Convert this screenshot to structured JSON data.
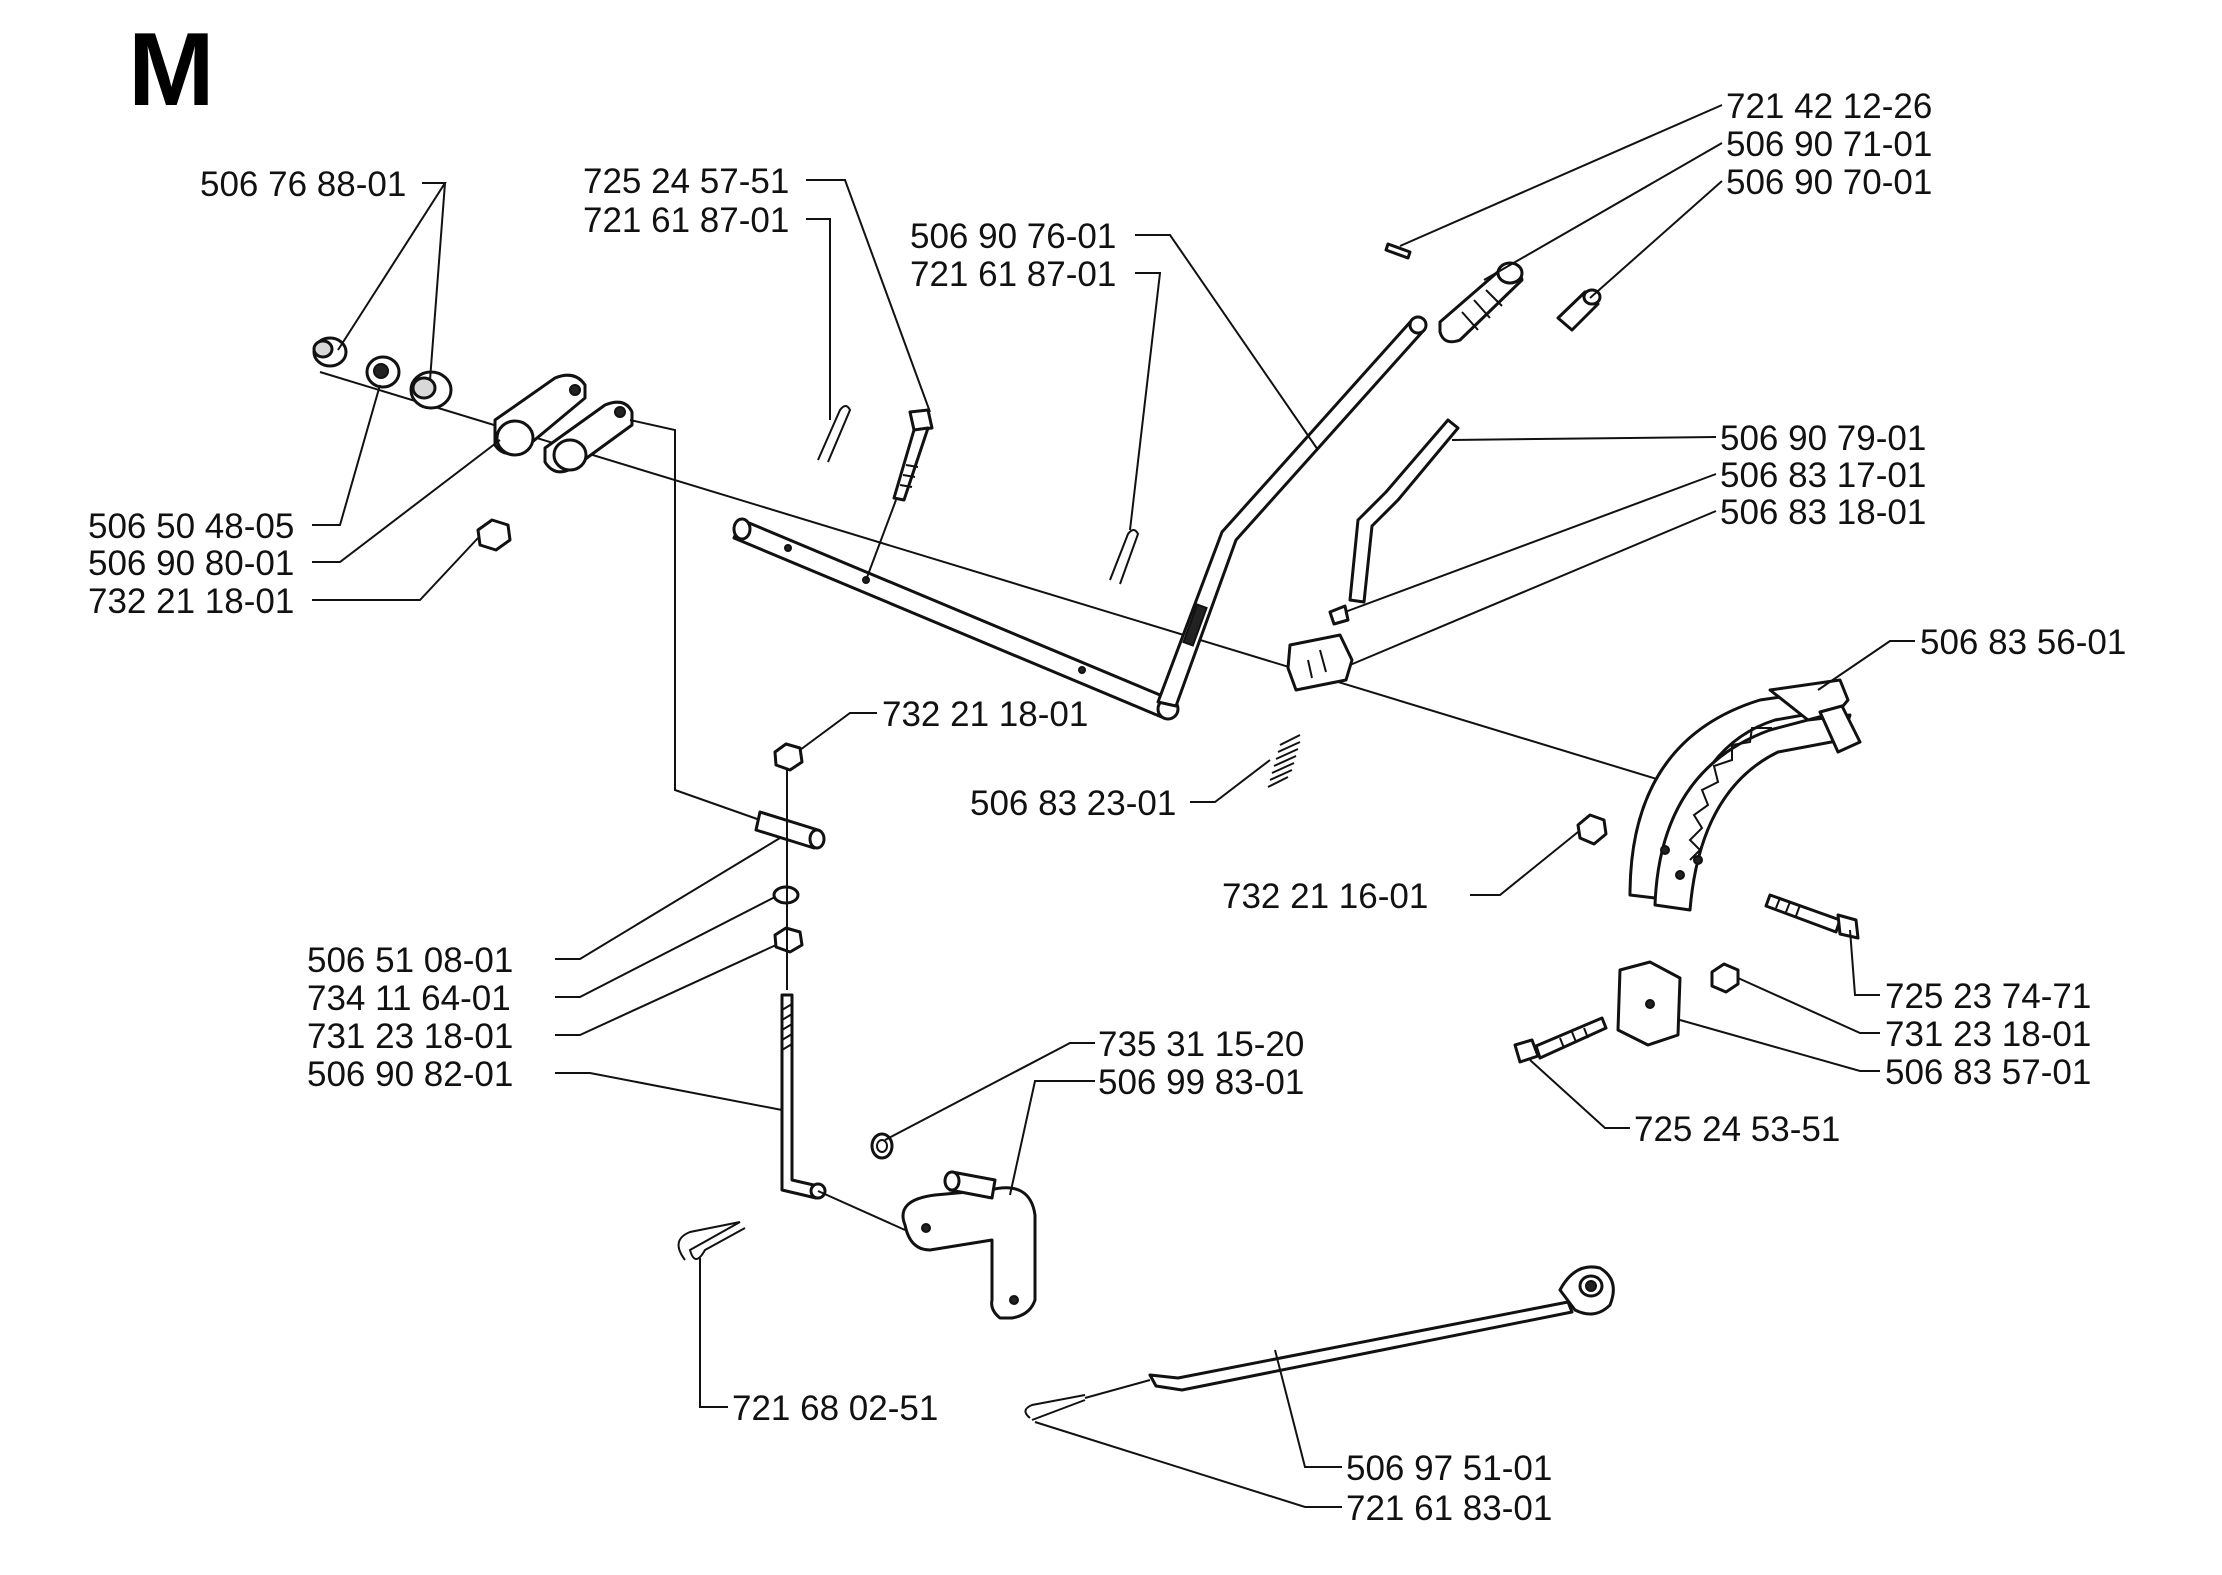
{
  "section_letter": "M",
  "labels": [
    "721 42 12-26",
    "506 90 71-01",
    "506 90 70-01",
    "506 76 88-01",
    "725 24 57-51",
    "721 61 87-01",
    "506 90 76-01",
    "721 61 87-01",
    "506 90 79-01",
    "506 83 17-01",
    "506 83 18-01",
    "506 50 48-05",
    "506 90 80-01",
    "732 21 18-01",
    "506 83 56-01",
    "732 21 18-01",
    "506 83 23-01",
    "732 21 16-01",
    "506 51 08-01",
    "734 11 64-01",
    "731 23 18-01",
    "506 90 82-01",
    "735 31 15-20",
    "506 99 83-01",
    "725 23 74-71",
    "731 23 18-01",
    "506 83 57-01",
    "725 24 53-51",
    "721 68 02-51",
    "506 97 51-01",
    "721 61 83-01"
  ]
}
